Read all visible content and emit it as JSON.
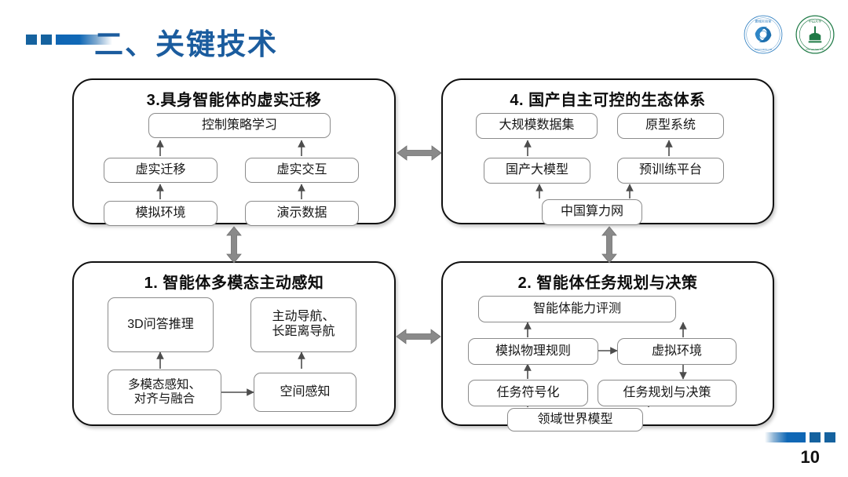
{
  "header": {
    "title": "二、关键技术",
    "decoration": "blue-squares-and-gradient-bar",
    "logos": [
      {
        "name": "pengcheng-laboratory-logo",
        "text": "鹏城实验室"
      },
      {
        "name": "sun-yat-sen-university-logo",
        "text": "中山大学"
      }
    ]
  },
  "footer": {
    "page_number": "10",
    "decoration": "blue-gradient-bar-and-squares"
  },
  "quadrants": [
    {
      "id": "quad3",
      "title": "3.具身智能体的虚实迁移",
      "nodes": [
        {
          "id": "n3-top",
          "label": "控制策略学习"
        },
        {
          "id": "n3-l1",
          "label": "虚实迁移"
        },
        {
          "id": "n3-r1",
          "label": "虚实交互"
        },
        {
          "id": "n3-l2",
          "label": "模拟环境"
        },
        {
          "id": "n3-r2",
          "label": "演示数据"
        }
      ]
    },
    {
      "id": "quad4",
      "title": "4. 国产自主可控的生态体系",
      "nodes": [
        {
          "id": "n4-l1",
          "label": "大规模数据集"
        },
        {
          "id": "n4-r1",
          "label": "原型系统"
        },
        {
          "id": "n4-l2",
          "label": "国产大模型"
        },
        {
          "id": "n4-r2",
          "label": "预训练平台"
        },
        {
          "id": "n4-b",
          "label": "中国算力网"
        }
      ]
    },
    {
      "id": "quad1",
      "title": "1. 智能体多模态主动感知",
      "nodes": [
        {
          "id": "n1-l1",
          "label": "3D问答推理"
        },
        {
          "id": "n1-r1",
          "label": "主动导航、\n长距离导航"
        },
        {
          "id": "n1-l2",
          "label": "多模态感知、\n对齐与融合"
        },
        {
          "id": "n1-r2",
          "label": "空间感知"
        }
      ]
    },
    {
      "id": "quad2",
      "title": "2. 智能体任务规划与决策",
      "nodes": [
        {
          "id": "n2-top",
          "label": "智能体能力评测"
        },
        {
          "id": "n2-l1",
          "label": "模拟物理规则"
        },
        {
          "id": "n2-r1",
          "label": "虚拟环境"
        },
        {
          "id": "n2-l2",
          "label": "任务符号化"
        },
        {
          "id": "n2-r2",
          "label": "任务规划与决策"
        },
        {
          "id": "n2-b",
          "label": "领域世界模型"
        }
      ]
    }
  ],
  "colors": {
    "accent_blue": "#1b5c9e",
    "deco_blue": "#15629f",
    "box_border": "#101010",
    "node_border": "#8b8b8b",
    "arrow_gray": "#8a8a8a"
  }
}
